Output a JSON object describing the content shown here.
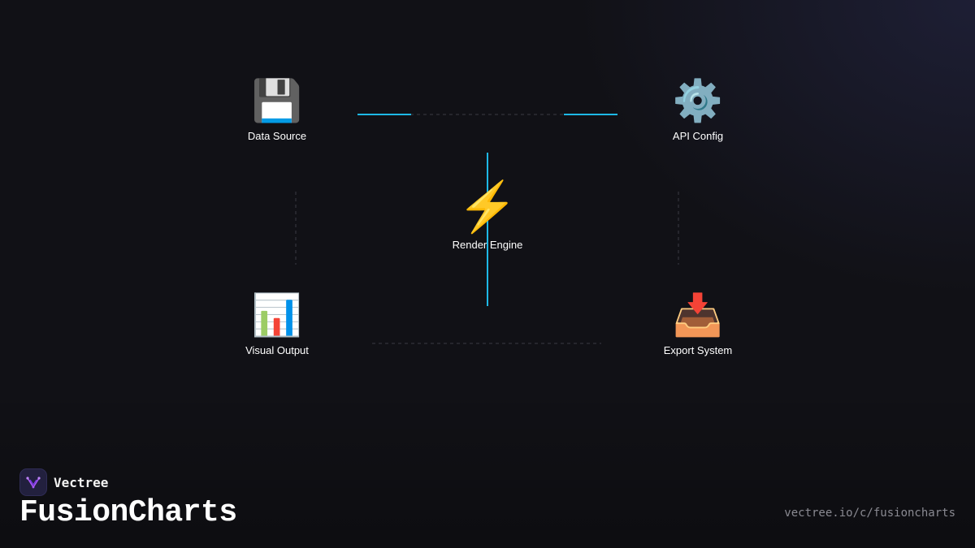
{
  "diagram": {
    "nodes": [
      {
        "id": "data_source",
        "icon": "floppy-disk-icon",
        "glyph": "💾",
        "label": "Data Source"
      },
      {
        "id": "api_config",
        "icon": "gear-icon",
        "glyph": "⚙️",
        "label": "API Config"
      },
      {
        "id": "render_engine",
        "icon": "lightning-icon",
        "glyph": "⚡",
        "label": "Render Engine"
      },
      {
        "id": "visual_output",
        "icon": "bar-chart-icon",
        "glyph": "📊",
        "label": "Visual Output"
      },
      {
        "id": "export_system",
        "icon": "inbox-tray-icon",
        "glyph": "📥",
        "label": "Export System"
      }
    ],
    "connector_color": "#1eb8e6",
    "dashed_color": "#3a3a44"
  },
  "branding": {
    "company": "Vectree",
    "product": "FusionCharts",
    "url": "vectree.io/c/fusioncharts",
    "logo_color": "#a855f7"
  }
}
